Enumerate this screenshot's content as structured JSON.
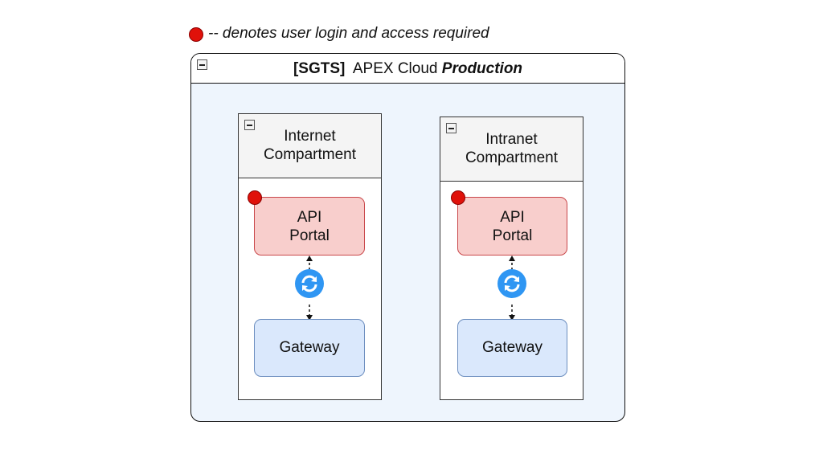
{
  "legend": {
    "text": "-- denotes user login and access required",
    "dot_color": "#e0110a"
  },
  "outer": {
    "title_bold": "[SGTS]",
    "title_middle": "APEX Cloud",
    "title_italic": "Production",
    "fill": "#eef5fd"
  },
  "compartments": [
    {
      "title_line1": "Internet",
      "title_line2": "Compartment",
      "portal_line1": "API",
      "portal_line2": "Portal",
      "gateway": "Gateway"
    },
    {
      "title_line1": "Intranet",
      "title_line2": "Compartment",
      "portal_line1": "API",
      "portal_line2": "Portal",
      "gateway": "Gateway"
    }
  ],
  "colors": {
    "portal_fill": "#f8cecc",
    "portal_stroke": "#c9474a",
    "gateway_fill": "#dae8fc",
    "gateway_stroke": "#6c8ebf",
    "sync_icon": "#2f96f3"
  },
  "icons": [
    "collapse-icon",
    "sync-icon",
    "login-required-icon"
  ]
}
